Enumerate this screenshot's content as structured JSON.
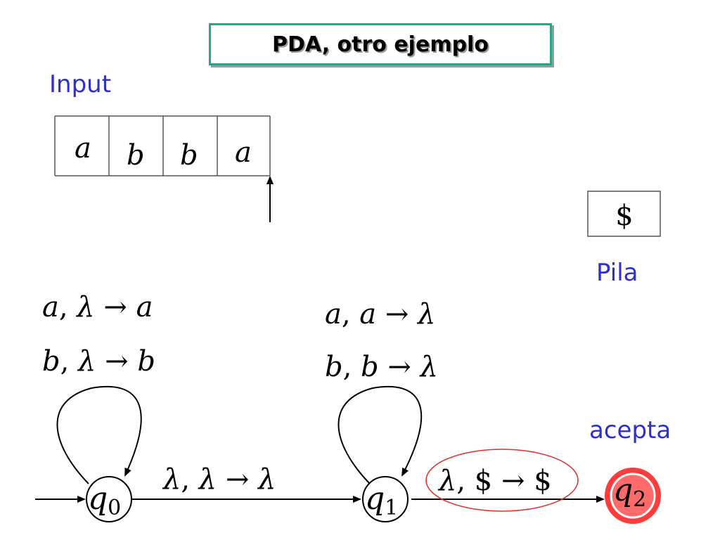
{
  "title": "PDA, otro ejemplo",
  "input_label": "Input",
  "tape": [
    "a",
    "b",
    "b",
    "a"
  ],
  "stack_label": "Pila",
  "stack": [
    "$"
  ],
  "accept_label": "acepta",
  "states": [
    {
      "sym": "q",
      "sub": "0"
    },
    {
      "sym": "q",
      "sub": "1"
    },
    {
      "sym": "q",
      "sub": "2"
    }
  ],
  "loops": {
    "q0": [
      {
        "read": "a",
        "pop": "λ",
        "arrow": "→",
        "push": "a"
      },
      {
        "read": "b",
        "pop": "λ",
        "arrow": "→",
        "push": "b"
      }
    ],
    "q1": [
      {
        "read": "a",
        "pop": "a",
        "arrow": "→",
        "push": "λ"
      },
      {
        "read": "b",
        "pop": "b",
        "arrow": "→",
        "push": "λ"
      }
    ]
  },
  "transitions": [
    {
      "read": "λ",
      "pop": "λ",
      "arrow": "→",
      "push": "λ"
    },
    {
      "read": "λ",
      "pop": "$",
      "arrow": "→",
      "push": "$"
    }
  ],
  "colors": {
    "title_border": "#2aa58a",
    "label": "#2f2fd0",
    "highlight": "#e03030"
  }
}
